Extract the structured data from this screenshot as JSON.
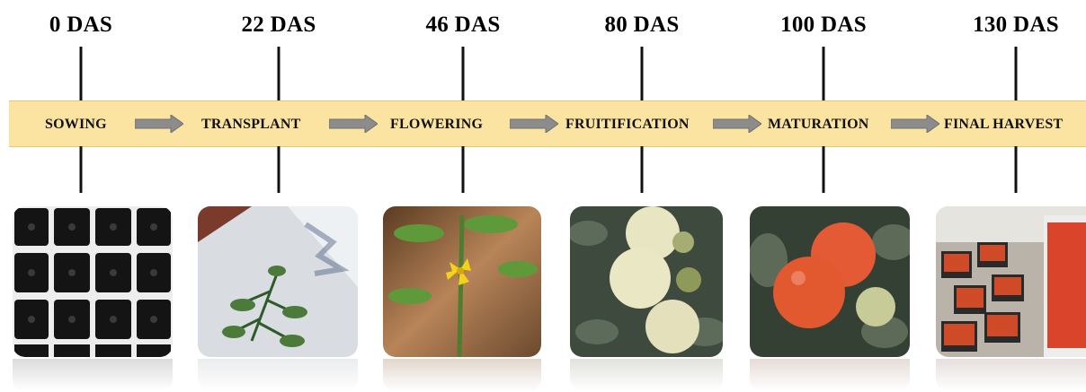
{
  "timeline": [
    {
      "das": "0 DAS",
      "stage": "SOWING",
      "image": "sowing-tray-photo"
    },
    {
      "das": "22 DAS",
      "stage": "TRANSPLANT",
      "image": "transplant-seedling-photo"
    },
    {
      "das": "46 DAS",
      "stage": "FLOWERING",
      "image": "flowering-tomato-photo"
    },
    {
      "das": "80 DAS",
      "stage": "FRUITIFICATION",
      "image": "green-tomato-fruits-photo"
    },
    {
      "das": "100 DAS",
      "stage": "MATURATION",
      "image": "ripening-tomato-photo"
    },
    {
      "das": "130 DAS",
      "stage": "FINAL HARVEST",
      "image": "harvested-tomato-crates-photo"
    }
  ],
  "colors": {
    "band": "#fbe3a2",
    "arrow": "#8c8c8c",
    "line": "#111111"
  },
  "icons": {
    "arrow": "right-arrow-icon"
  }
}
